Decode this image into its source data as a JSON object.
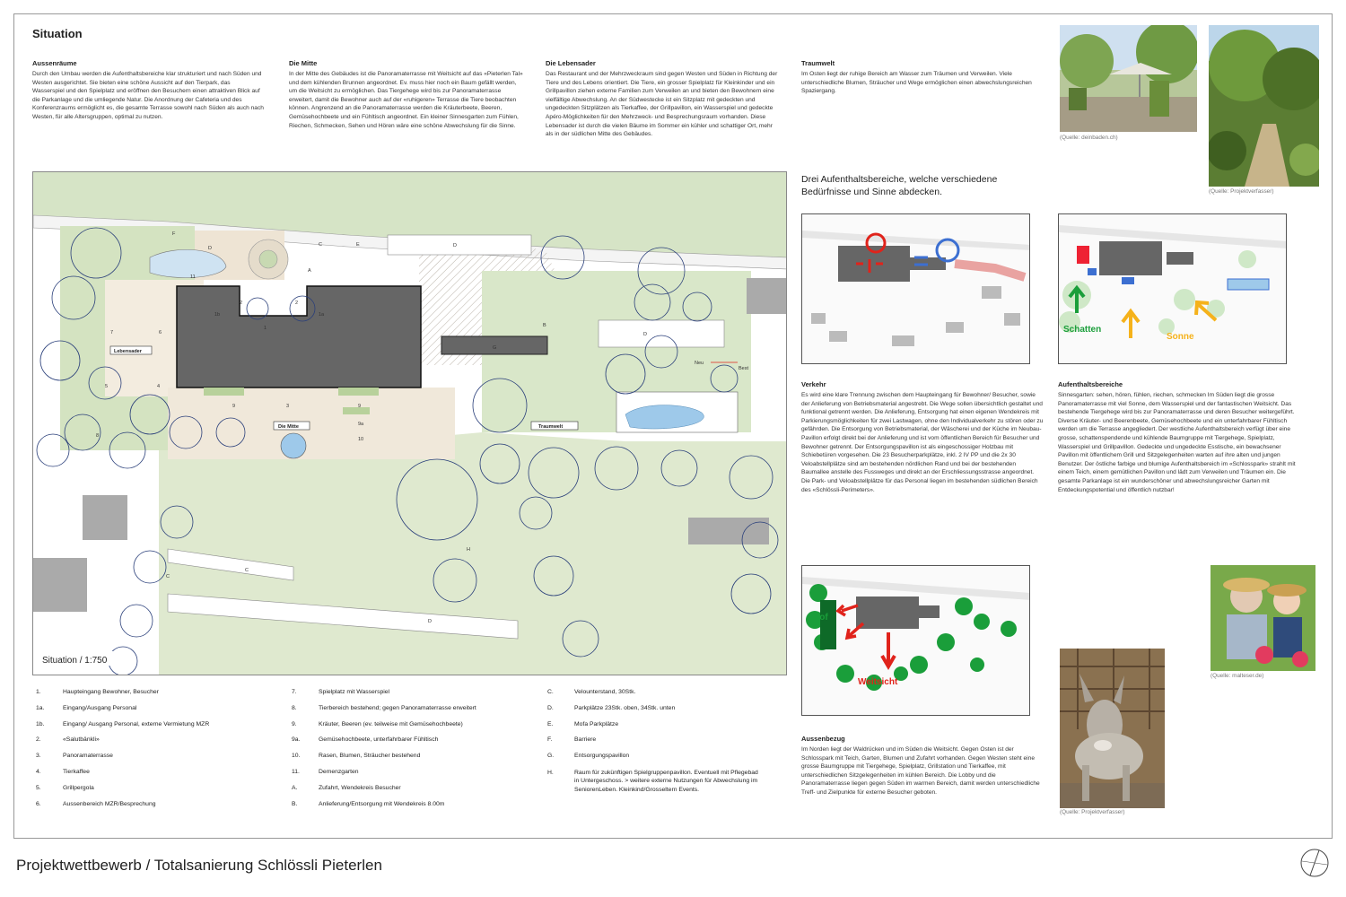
{
  "board": {
    "title": "Situation",
    "footer": "Projektwettbewerb / Totalsanierung Schlössli Pieterlen",
    "scale_label": "Situation / 1:750"
  },
  "columns": [
    {
      "title": "Aussenräume",
      "text": "Durch den Umbau werden die Aufenthaltsbereiche klar strukturiert und nach Süden und Westen ausgerichtet. Sie bieten eine schöne Aussicht auf den Tierpark, das Wasserspiel und den Spielplatz und eröffnen den Besuchern einen attraktiven Blick auf die Parkanlage und die umliegende Natur. Die Anordnung der Cafeteria und des Konferenzraums ermöglicht es, die gesamte Terrasse sowohl nach Süden als auch nach Westen, für alle Altersgruppen, optimal zu nutzen."
    },
    {
      "title": "Die Mitte",
      "text": "In der Mitte des Gebäudes ist die Panoramaterrasse mit Weitsicht auf das «Pieterlen Tal» und dem kühlenden Brunnen angeordnet. Ev. muss hier noch ein Baum gefällt werden, um die Weitsicht zu ermöglichen. Das Tiergehege wird bis zur Panoramaterrasse erweitert, damit die Bewohner auch auf der «ruhigeren» Terrasse die Tiere beobachten können. Angrenzend an die Panoramaterrasse werden die Kräuterbeete, Beeren, Gemüsehochbeete und ein Fühltisch angeordnet. Ein kleiner Sinnesgarten zum Fühlen, Riechen, Schmecken, Sehen und Hören wäre eine schöne Abwechslung für die Sinne."
    },
    {
      "title": "Die Lebensader",
      "text": "Das Restaurant und der Mehrzweckraum sind gegen Westen und Süden in Richtung der Tiere und des Lebens orientiert. Die Tiere, ein grosser Spielplatz für Kleinkinder und ein Grillpavillon ziehen externe Familien zum Verweilen an und bieten den Bewohnern eine vielfältige Abwechslung. An der Südwestecke ist ein Sitzplatz mit gedeckten und ungedeckten Sitzplätzen als Tierkaffee, der Grillpavillon, ein Wasserspiel und gedeckte Apéro-Möglichkeiten für den Mehrzweck- und Besprechungsraum vorhanden. Diese Lebensader ist durch die vielen Bäume im Sommer ein kühler und schattiger Ort, mehr als in der südlichen Mitte des Gebäudes."
    },
    {
      "title": "Traumwelt",
      "text": "Im Osten liegt der ruhige Bereich am Wasser zum Träumen und Verweilen. Viele unterschiedliche Blumen, Sträucher und Wege ermöglichen einen abwechslungsreichen Spaziergang."
    }
  ],
  "headline": "Drei Aufenthaltsbereiche, welche verschiedene Bedürfnisse und Sinne abdecken.",
  "diagrams": {
    "sonne_label": "Sonne",
    "schatten_label": "Schatten",
    "hof_label": "Hof",
    "weitsicht_label": "Weitsicht"
  },
  "sections": {
    "verkehr": {
      "title": "Verkehr",
      "text": "Es wird eine klare Trennung zwischen dem Haupteingang für Bewohner/ Besucher, sowie der Anlieferung von Betriebsmaterial angestrebt. Die Wege sollen übersichtlich gestaltet und funktional getrennt werden. Die Anlieferung, Entsorgung hat einen eigenen Wendekreis mit Parkierungsmöglichkeiten für zwei Lastwagen, ohne den Individualverkehr zu stören oder zu gefährden. Die Entsorgung von Betriebsmaterial, der Wäscherei und der Küche im Neubau-Pavillon erfolgt direkt bei der Anlieferung und ist vom öffentlichen Bereich für Besucher und Bewohner getrennt. Der Entsorgungspavillon ist als eingeschossiger Holzbau mit Schiebetüren vorgesehen. Die 23 Besucherparkplätze, inkl. 2 IV PP und die 2x 30 Veloabstellplätze sind am bestehenden nördlichen Rand und bei der bestehenden Baumallee anstelle des Fussweges und direkt an der Erschliessungsstrasse angeordnet. Die Park- und Veloabstellplätze für das Personal liegen im bestehenden südlichen Bereich des «Schlössli-Perimeters»."
    },
    "aufenthalt": {
      "title": "Aufenthaltsbereiche",
      "text": "Sinnesgarten: sehen, hören, fühlen, riechen, schmecken Im Süden liegt die grosse Panoramaterrasse mit viel Sonne, dem Wasserspiel und der fantastischen Weitsicht. Das bestehende Tiergehege wird bis zur Panoramaterrasse und deren Besucher weitergeführt. Diverse Kräuter- und Beerenbeete, Gemüsehochbeete und ein unterfahrbarer Fühltisch werden um die Terrasse angegliedert. Der westliche Aufenthaltsbereich verfügt über eine grosse, schattenspendende und kühlende Baumgruppe mit Tiergehege, Spielplatz, Wasserspiel und Grillpavillon. Gedeckte und ungedeckte Esstische, ein bewachsener Pavillon mit öffentlichem Grill und Sitzgelegenheiten warten auf ihre alten und jungen Benutzer. Der östliche farbige und blumige Aufenthaltsbereich im «Schlosspark» strahlt mit einem Teich, einem gemütlichen Pavillon und lädt zum Verweilen und Träumen ein. Die gesamte Parkanlage ist ein wunderschöner und abwechslungsreicher Garten mit Entdeckungspotential und öffentlich nutzbar!"
    },
    "aussenbezug": {
      "title": "Aussenbezug",
      "text": "Im Norden liegt der Waldrücken und im Süden die Weitsicht. Gegen Osten ist der Schlosspark mit Teich, Garten, Blumen und Zufahrt vorhanden. Gegen Westen steht eine grosse Baumgruppe mit Tiergehege, Spielplatz, Grillstation und Tierkaffee, mit unterschiedlichen Sitzgelegenheiten im kühlen Bereich. Die Lobby und die Panoramaterrasse liegen gegen Süden im warmen Bereich, damit werden unterschiedliche Treff- und Zielpunkte für externe Besucher geboten."
    }
  },
  "captions": {
    "photo1": "(Quelle: deinbaden.ch)",
    "photo2": "(Quelle: Projektverfasser)",
    "photo3": "(Quelle: malteser.de)",
    "photo4": "(Quelle: Projektverfasser)"
  },
  "plan_tags": {
    "lebensader": "Lebensader",
    "mitte": "Die Mitte",
    "traumwelt": "Traumwelt",
    "neu": "Neu",
    "best": "Best"
  },
  "legend_col1": [
    {
      "k": "1.",
      "v": "Haupteingang Bewohner, Besucher"
    },
    {
      "k": "1a.",
      "v": "Eingang/Ausgang Personal"
    },
    {
      "k": "1b.",
      "v": "Eingang/ Ausgang Personal, externe Vermietung MZR"
    },
    {
      "k": "2.",
      "v": "«Salutbänkli»"
    },
    {
      "k": "3.",
      "v": "Panoramaterrasse"
    },
    {
      "k": "4.",
      "v": "Tierkaffee"
    },
    {
      "k": "5.",
      "v": "Grillpergola"
    },
    {
      "k": "6.",
      "v": "Aussenbereich MZR/Besprechung"
    }
  ],
  "legend_col2": [
    {
      "k": "7.",
      "v": "Spielplatz mit Wasserspiel"
    },
    {
      "k": "8.",
      "v": "Tierbereich bestehend; gegen Panoramaterrasse erweitert"
    },
    {
      "k": "9.",
      "v": "Kräuter, Beeren (ev. teilweise mit Gemüsehochbeete)"
    },
    {
      "k": "9a.",
      "v": "Gemüsehochbeete, unterfahrbarer Fühltisch"
    },
    {
      "k": "10.",
      "v": "Rasen, Blumen, Sträucher bestehend"
    },
    {
      "k": "11.",
      "v": "Demenzgarten"
    },
    {
      "k": "A.",
      "v": "Zufahrt, Wendekreis Besucher"
    },
    {
      "k": "B.",
      "v": "Anlieferung/Entsorgung mit Wendekreis 8.00m"
    }
  ],
  "legend_col3": [
    {
      "k": "C.",
      "v": "Velounterstand, 30Stk."
    },
    {
      "k": "D.",
      "v": "Parkplätze 23Stk. oben, 34Stk. unten"
    },
    {
      "k": "E.",
      "v": "Mofa Parkplätze"
    },
    {
      "k": "F.",
      "v": "Barriere"
    },
    {
      "k": "G.",
      "v": "Entsorgungspavillon"
    },
    {
      "k": "H.",
      "v": "Raum für zukünftigen Spielgruppenpavillon. Eventuell mit Pflegebad in Untergeschoss. > weitere externe Nutzungen für Abwechslung im SeniorenLeben. Kleinkind/Grosseltern Events."
    }
  ],
  "colors": {
    "lawn": "#d9e8c7",
    "building": "#666666",
    "paving": "#efe6d8",
    "tree_stroke": "#2a3f7a",
    "arrow_red": "#e0231b",
    "arrow_green": "#1a9e3a",
    "arrow_yellow": "#f5b21b",
    "water": "#9ec9ea"
  }
}
